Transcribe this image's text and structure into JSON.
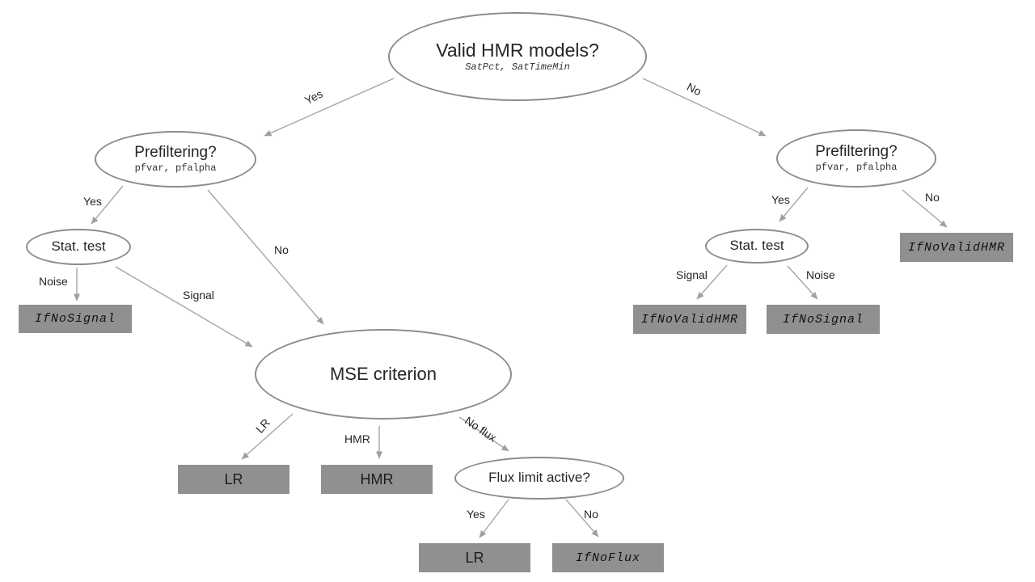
{
  "diagram": {
    "colors": {
      "background": "#ffffff",
      "ellipse_border": "#8c8c8c",
      "box_fill": "#909090",
      "arrow": "#a6a6a6",
      "text": "#262626"
    },
    "nodes": {
      "valid_hmr": {
        "label": "Valid HMR models?",
        "params": "SatPct, SatTimeMin"
      },
      "prefilter_left": {
        "label": "Prefiltering?",
        "params": "pfvar, pfalpha"
      },
      "stat_test_left": {
        "label": "Stat. test"
      },
      "mse": {
        "label": "MSE criterion"
      },
      "flux_limit": {
        "label": "Flux limit active?"
      },
      "prefilter_right": {
        "label": "Prefiltering?",
        "params": "pfvar, pfalpha"
      },
      "stat_test_right": {
        "label": "Stat. test"
      }
    },
    "boxes": {
      "ifnosignal_left": "IfNoSignal",
      "lr_left": "LR",
      "hmr": "HMR",
      "lr_bottom": "LR",
      "ifnoflux": "IfNoFlux",
      "ifnovalidhmr_no": "IfNoValidHMR",
      "ifnovalidhmr_signal": "IfNoValidHMR",
      "ifnosignal_right": "IfNoSignal"
    },
    "edge_labels": {
      "yes_top": "Yes",
      "no_top": "No",
      "yes_pf_left": "Yes",
      "no_pf_left": "No",
      "noise_left": "Noise",
      "signal_left": "Signal",
      "lr_edge": "LR",
      "hmr_edge": "HMR",
      "no_flux_edge": "No flux",
      "yes_flux": "Yes",
      "no_flux": "No",
      "yes_pf_right": "Yes",
      "no_pf_right": "No",
      "signal_right": "Signal",
      "noise_right": "Noise"
    }
  }
}
